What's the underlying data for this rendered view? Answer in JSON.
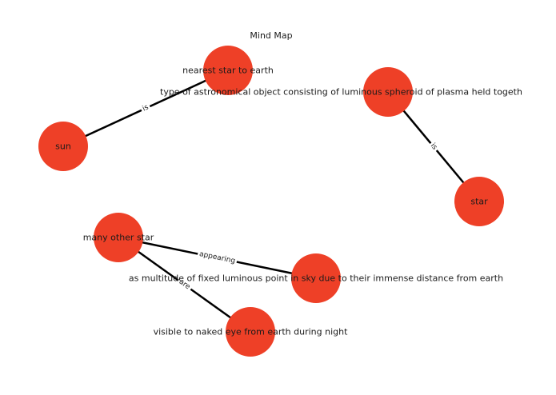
{
  "title": "Mind Map",
  "style": {
    "node_color": "#ee4027",
    "edge_color": "#000000",
    "label_bg": "#ffffff"
  },
  "nodes": [
    {
      "id": "nearest",
      "label": "nearest star to earth"
    },
    {
      "id": "sun",
      "label": "sun"
    },
    {
      "id": "type",
      "label": "type of astronomical object consisting of luminous spheroid of plasma held togeth"
    },
    {
      "id": "star",
      "label": "star"
    },
    {
      "id": "many",
      "label": "many other star"
    },
    {
      "id": "multitude",
      "label": "as multitude of fixed luminous point in sky due to their immense distance from earth"
    },
    {
      "id": "visible",
      "label": "visible to naked eye from earth during night"
    }
  ],
  "edges": [
    {
      "id": "e1",
      "from": "sun",
      "to": "nearest",
      "label": "is"
    },
    {
      "id": "e2",
      "from": "type",
      "to": "star",
      "label": "is"
    },
    {
      "id": "e3",
      "from": "many",
      "to": "multitude",
      "label": "appearing"
    },
    {
      "id": "e4",
      "from": "many",
      "to": "visible",
      "label": "are"
    }
  ]
}
